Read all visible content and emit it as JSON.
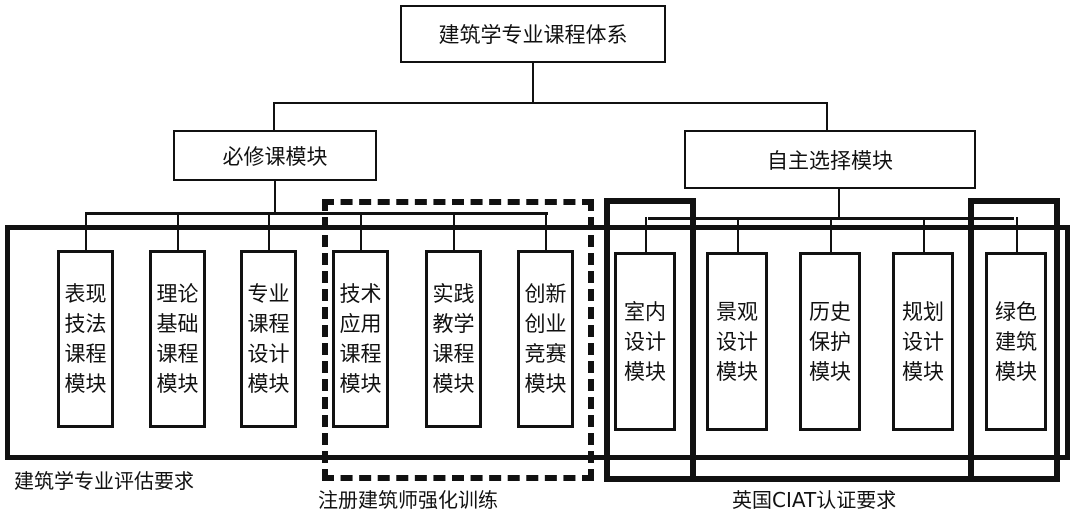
{
  "root": {
    "label": "建筑学专业课程体系"
  },
  "groups": [
    {
      "label": "必修课模块",
      "modules": [
        "表现技法课程模块",
        "理论基础课程模块",
        "专业课程设计模块",
        "技术应用课程模块",
        "实践教学课程模块",
        "创新创业竞赛模块"
      ]
    },
    {
      "label": "自主选择模块",
      "modules": [
        "室内设计模块",
        "景观设计模块",
        "历史保护模块",
        "规划设计模块",
        "绿色建筑模块"
      ]
    }
  ],
  "frames": {
    "evaluation": "建筑学专业评估要求",
    "architect": "注册建筑师强化训练",
    "ciat": "英国CIAT认证要求"
  }
}
